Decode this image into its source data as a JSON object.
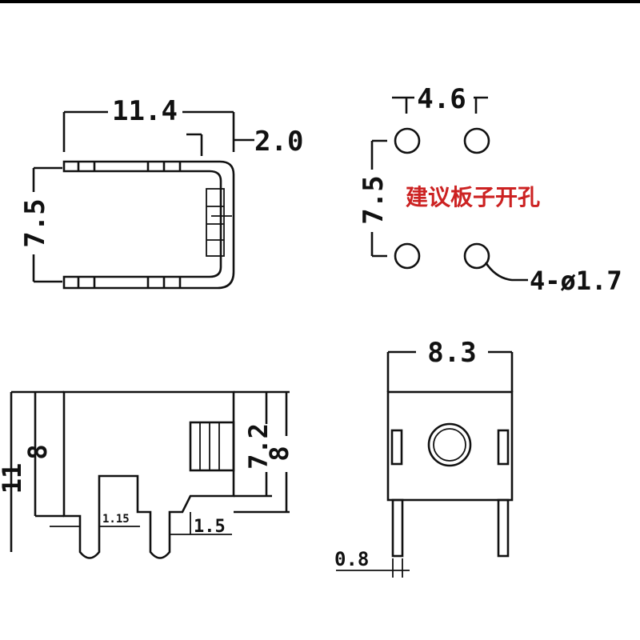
{
  "colors": {
    "line": "#111111",
    "note": "#cc2222",
    "background": "#ffffff",
    "top_bar": "#000000"
  },
  "top_view": {
    "width_dim": "11.4",
    "tab_dim": "2.0",
    "height_dim": "7.5"
  },
  "hole_pattern": {
    "spacing_x_dim": "4.6",
    "spacing_y_dim": "7.5",
    "note": "建议板子开孔",
    "hole_callout": "4-ø1.7"
  },
  "side_view": {
    "total_height_dim": "11",
    "body_height_dim": "8",
    "right_inner_dim": "7.2",
    "right_outer_dim": "8",
    "pin_width_dim": "1.15",
    "pin_gap_dim": "1.5"
  },
  "front_view": {
    "width_dim": "8.3",
    "pin_thickness_dim": "0.8"
  }
}
